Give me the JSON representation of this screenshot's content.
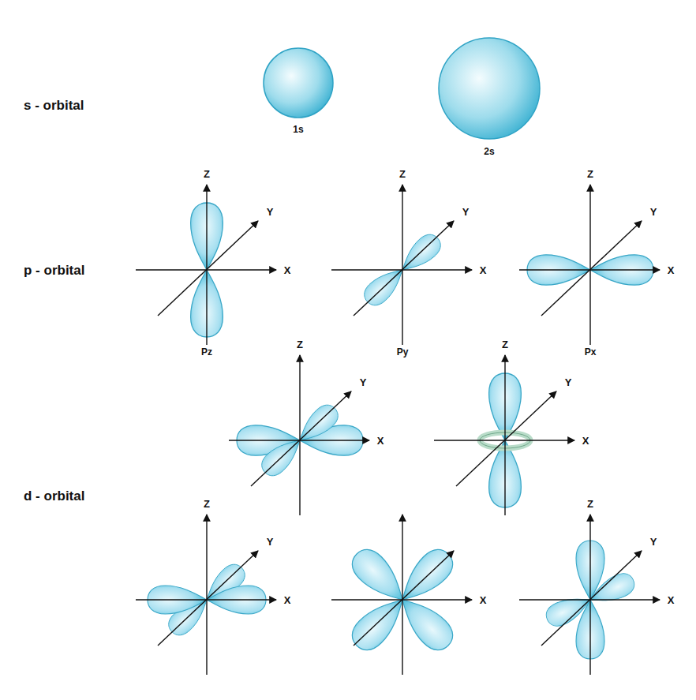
{
  "diagram": {
    "labels": [
      "s - orbital",
      "1s",
      "2s",
      "p - orbital",
      "Z",
      "Y",
      "X",
      "Z",
      "Y",
      "X",
      "Z",
      "Y",
      "X",
      "Pz",
      "Py",
      "Px",
      "Z",
      "Y",
      "X",
      "Z",
      "Y",
      "X",
      "d - orbital",
      "Z",
      "Y",
      "X",
      "X",
      "Z",
      "Y",
      "X"
    ]
  }
}
